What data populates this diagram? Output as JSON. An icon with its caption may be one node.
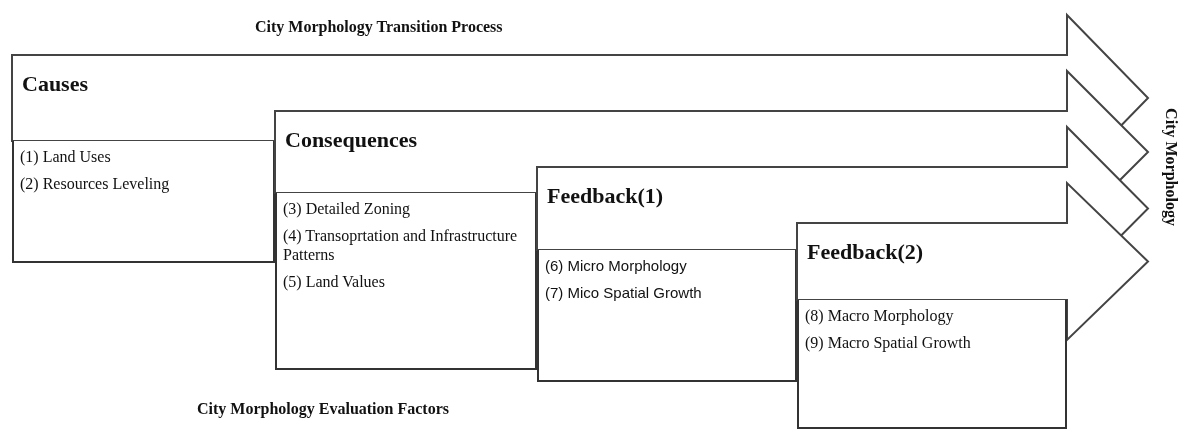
{
  "diagram": {
    "title": "City Morphology Transition Process",
    "nodes": [
      {
        "text": [
          "Causes"
        ]
      },
      {
        "text": [
          "(1) Land Uses",
          "(2) Resources Leveling"
        ]
      },
      {
        "text": [
          "Consequences"
        ]
      },
      {
        "text": [
          "(3) Detailed Zoning",
          "(4) Transoprtation and Infrastructure Patterns",
          "(5) Land Values"
        ]
      },
      {
        "text": [
          "Feedback(1)"
        ]
      },
      {
        "text": [
          "(6) Micro Morphology",
          "(7) Mico Spatial Growth"
        ]
      },
      {
        "text": [
          "Feedback(2)"
        ]
      },
      {
        "text": [
          "(8) Macro Morphology",
          "(9) Macro Spatial Growth"
        ]
      }
    ],
    "labels": [
      "City Morphology",
      "City Morphology Evaluation Factors"
    ]
  }
}
